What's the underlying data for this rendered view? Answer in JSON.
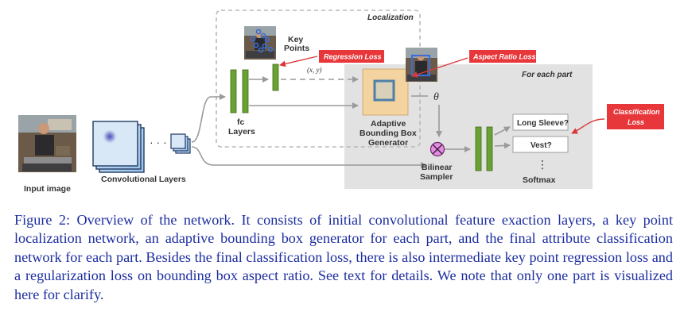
{
  "figure": {
    "localization_title": "Localization",
    "part_title": "For each part",
    "key_points_label": [
      "Key",
      "Points"
    ],
    "fc_layers_label": [
      "fc",
      "Layers"
    ],
    "generator_label": [
      "Adaptive",
      "Bounding Box",
      "Generator"
    ],
    "sampler_label": [
      "Bilinear",
      "Sampler"
    ],
    "softmax_label": "Softmax",
    "conv_label": "Convolutional Layers",
    "input_label": "Input image",
    "xy_label": "(x, y)",
    "theta_label": "θ",
    "ellipsis_h": "· · ·",
    "ellipsis_v": "⋮",
    "options": [
      "Long Sleeve?",
      "Vest?"
    ],
    "losses": {
      "regression": "Regression Loss",
      "aspect": "Aspect Ratio Loss",
      "classification": [
        "Classification",
        "Loss"
      ]
    },
    "colors": {
      "fc_green": "#6aa232",
      "generator_fill": "#f3d3a0",
      "loss_red": "#e8373a",
      "sampler_pink": "#e58ee0",
      "part_bg": "#e2e2e2",
      "keypoint_blue": "#3a6ed6"
    }
  },
  "caption": "Figure 2: Overview of the network. It consists of initial convolutional feature exaction layers, a key point localization network, an adaptive bounding box generator for each part, and the final attribute classification network for each part. Besides the final classification loss, there is also intermediate key point regression loss and a regularization loss on bounding box aspect ratio. See text for details. We note that only one part is visualized here for clarify."
}
